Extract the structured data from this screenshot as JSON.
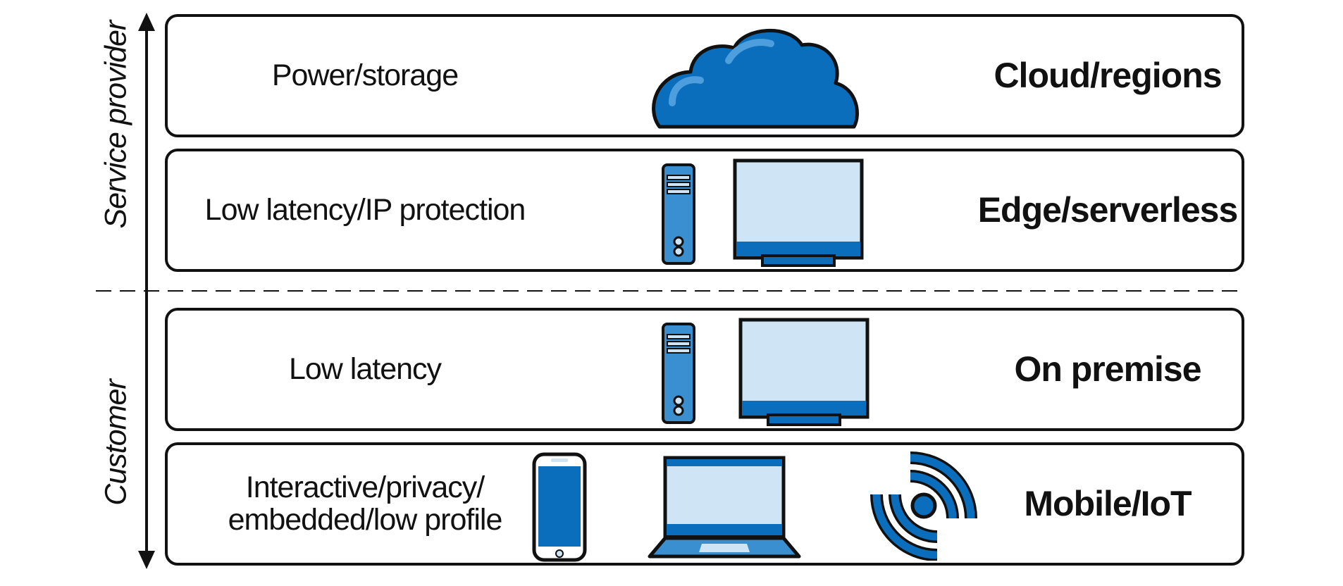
{
  "axis": {
    "top_label": "Service provider",
    "bottom_label": "Customer"
  },
  "tiers": [
    {
      "left_label": "Power/storage",
      "right_label": "Cloud/regions",
      "icons": [
        "cloud-icon"
      ]
    },
    {
      "left_label": "Low latency/IP protection",
      "right_label": "Edge/serverless",
      "icons": [
        "server-tower-icon",
        "monitor-icon"
      ]
    },
    {
      "left_label": "Low latency",
      "right_label": "On premise",
      "icons": [
        "server-tower-icon",
        "monitor-icon"
      ]
    },
    {
      "left_label_lines": [
        "Interactive/privacy/",
        "embedded/low profile"
      ],
      "right_label": "Mobile/IoT",
      "icons": [
        "smartphone-icon",
        "laptop-icon",
        "wireless-signal-icon"
      ]
    }
  ],
  "colors": {
    "primary_blue": "#0a6ebd",
    "light_blue": "#cfe5f5",
    "mid_blue": "#3a8fd0",
    "outline": "#111111"
  }
}
